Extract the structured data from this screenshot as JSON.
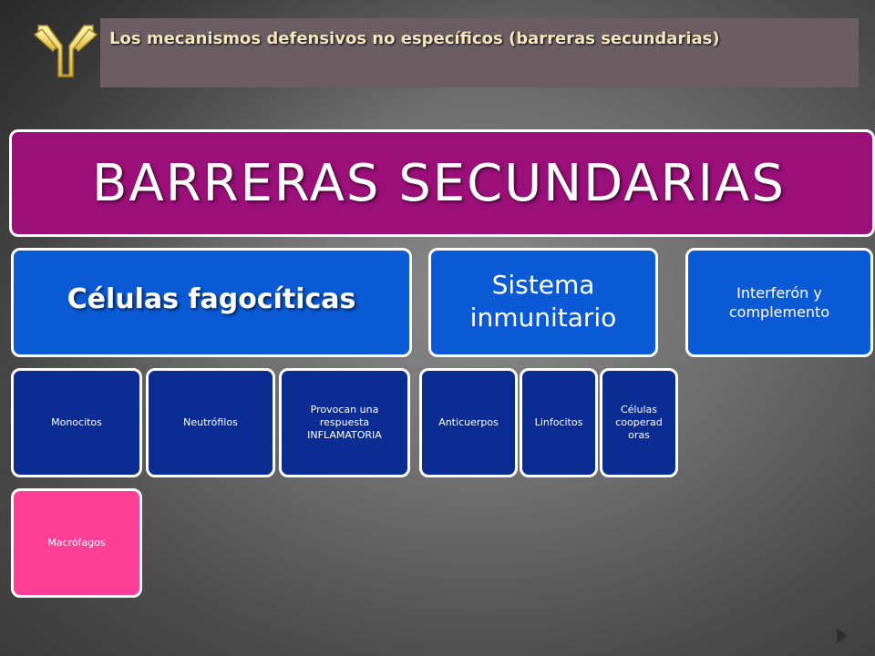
{
  "slide": {
    "title": "Los mecanismos defensivos no específicos (barreras secundarias)"
  },
  "diagram": {
    "main": "BARRERAS SECUNDARIAS",
    "categories": [
      {
        "label": "Células fagocíticas",
        "items": [
          "Monocitos",
          "Neutrófilos",
          "Provocan una respuesta INFLAMATORIA"
        ],
        "extra": "Macrófagos"
      },
      {
        "label": "Sistema inmunitario",
        "items": [
          "Anticuerpos",
          "Linfocitos",
          "Células cooperad oras"
        ]
      },
      {
        "label": "Interferón y complemento"
      }
    ]
  },
  "colors": {
    "title_bar": "#6a5e63",
    "main_box": "#9a0f78",
    "category_box": "#0a5ad6",
    "item_box": "#0b2c92",
    "highlight_box": "#ff3f96"
  },
  "icons": {
    "logo": "antibody-y-icon",
    "next": "next-slide-arrow-icon"
  }
}
